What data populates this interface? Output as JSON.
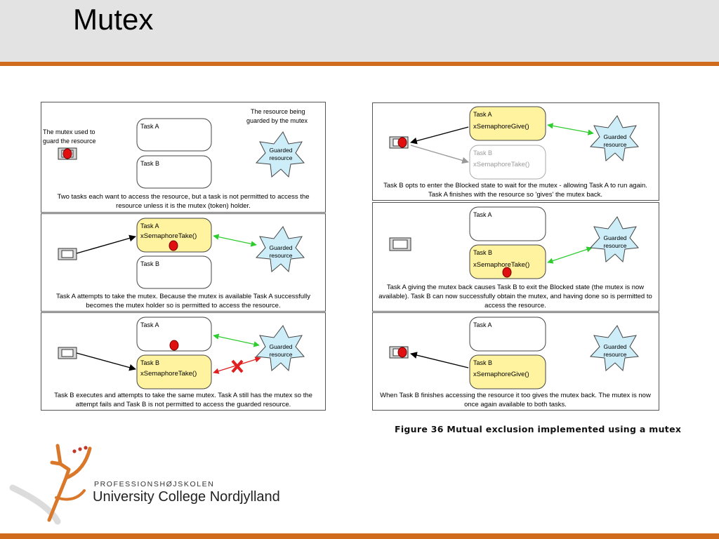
{
  "slide": {
    "title": "Mutex",
    "figure_caption": "Figure 36 Mutual exclusion implemented using a mutex",
    "logo_school": "PROFESSIONSHØJSKOLEN",
    "logo_college": "University College Nordjylland"
  },
  "colors": {
    "accent_rule": "#d06b1e",
    "header_bg": "#e3e3e3",
    "task_active_fill": "#fff3a0",
    "guarded_fill": "#cdeef8",
    "token": "#e01010",
    "green_arrow": "#2ecc2e",
    "red_arrow": "#e02020"
  },
  "panel1": {
    "note_mutex_line1": "The mutex used to",
    "note_mutex_line2": "guard the resource",
    "note_res_line1": "The resource being",
    "note_res_line2": "guarded by the mutex",
    "task_a": "Task A",
    "task_b": "Task B",
    "guarded_line1": "Guarded",
    "guarded_line2": "resource",
    "caption_line1": "Two tasks each want to access the resource, but a task is not permitted to access the",
    "caption_line2": "resource unless it is the mutex (token) holder."
  },
  "panel2": {
    "task_a": "Task A",
    "task_a_call": "xSemaphoreTake()",
    "task_b": "Task B",
    "guarded_line1": "Guarded",
    "guarded_line2": "resource",
    "caption_line1": "Task A attempts to take the mutex.  Because the mutex is available Task A successfully",
    "caption_line2": "becomes the mutex holder so is permitted to access the resource."
  },
  "panel3": {
    "task_a": "Task A",
    "task_b": "Task B",
    "task_b_call": "xSemaphoreTake()",
    "guarded_line1": "Guarded",
    "guarded_line2": "resource",
    "caption_line1": "Task B executes and attempts to take the same mutex.  Task A still has the mutex so the",
    "caption_line2": "attempt fails and Task B is not permitted to access the guarded resource."
  },
  "panel4": {
    "task_a": "Task A",
    "task_a_call": "xSemaphoreGive()",
    "task_b": "Task B",
    "task_b_call": "xSemaphoreTake()",
    "guarded_line1": "Guarded",
    "guarded_line2": "resource",
    "caption_line1": "Task B opts to enter the Blocked state to wait for the mutex - allowing Task A to run again.",
    "caption_line2": "Task A finishes with the resource so 'gives' the mutex back."
  },
  "panel5": {
    "task_a": "Task A",
    "task_b": "Task B",
    "task_b_call": "xSemaphoreTake()",
    "guarded_line1": "Guarded",
    "guarded_line2": "resource",
    "caption_line1": "Task A giving the mutex back causes Task B to exit the Blocked state (the mutex is now",
    "caption_line2": "available).  Task B can now successfully obtain the mutex, and having done so is permitted to",
    "caption_line3": "access the resource."
  },
  "panel6": {
    "task_a": "Task A",
    "task_b": "Task B",
    "task_b_call": "xSemaphoreGive()",
    "guarded_line1": "Guarded",
    "guarded_line2": "resource",
    "caption_line1": "When Task B finishes accessing the resource it too gives the mutex back.  The mutex is now",
    "caption_line2": "once again available to both tasks."
  }
}
